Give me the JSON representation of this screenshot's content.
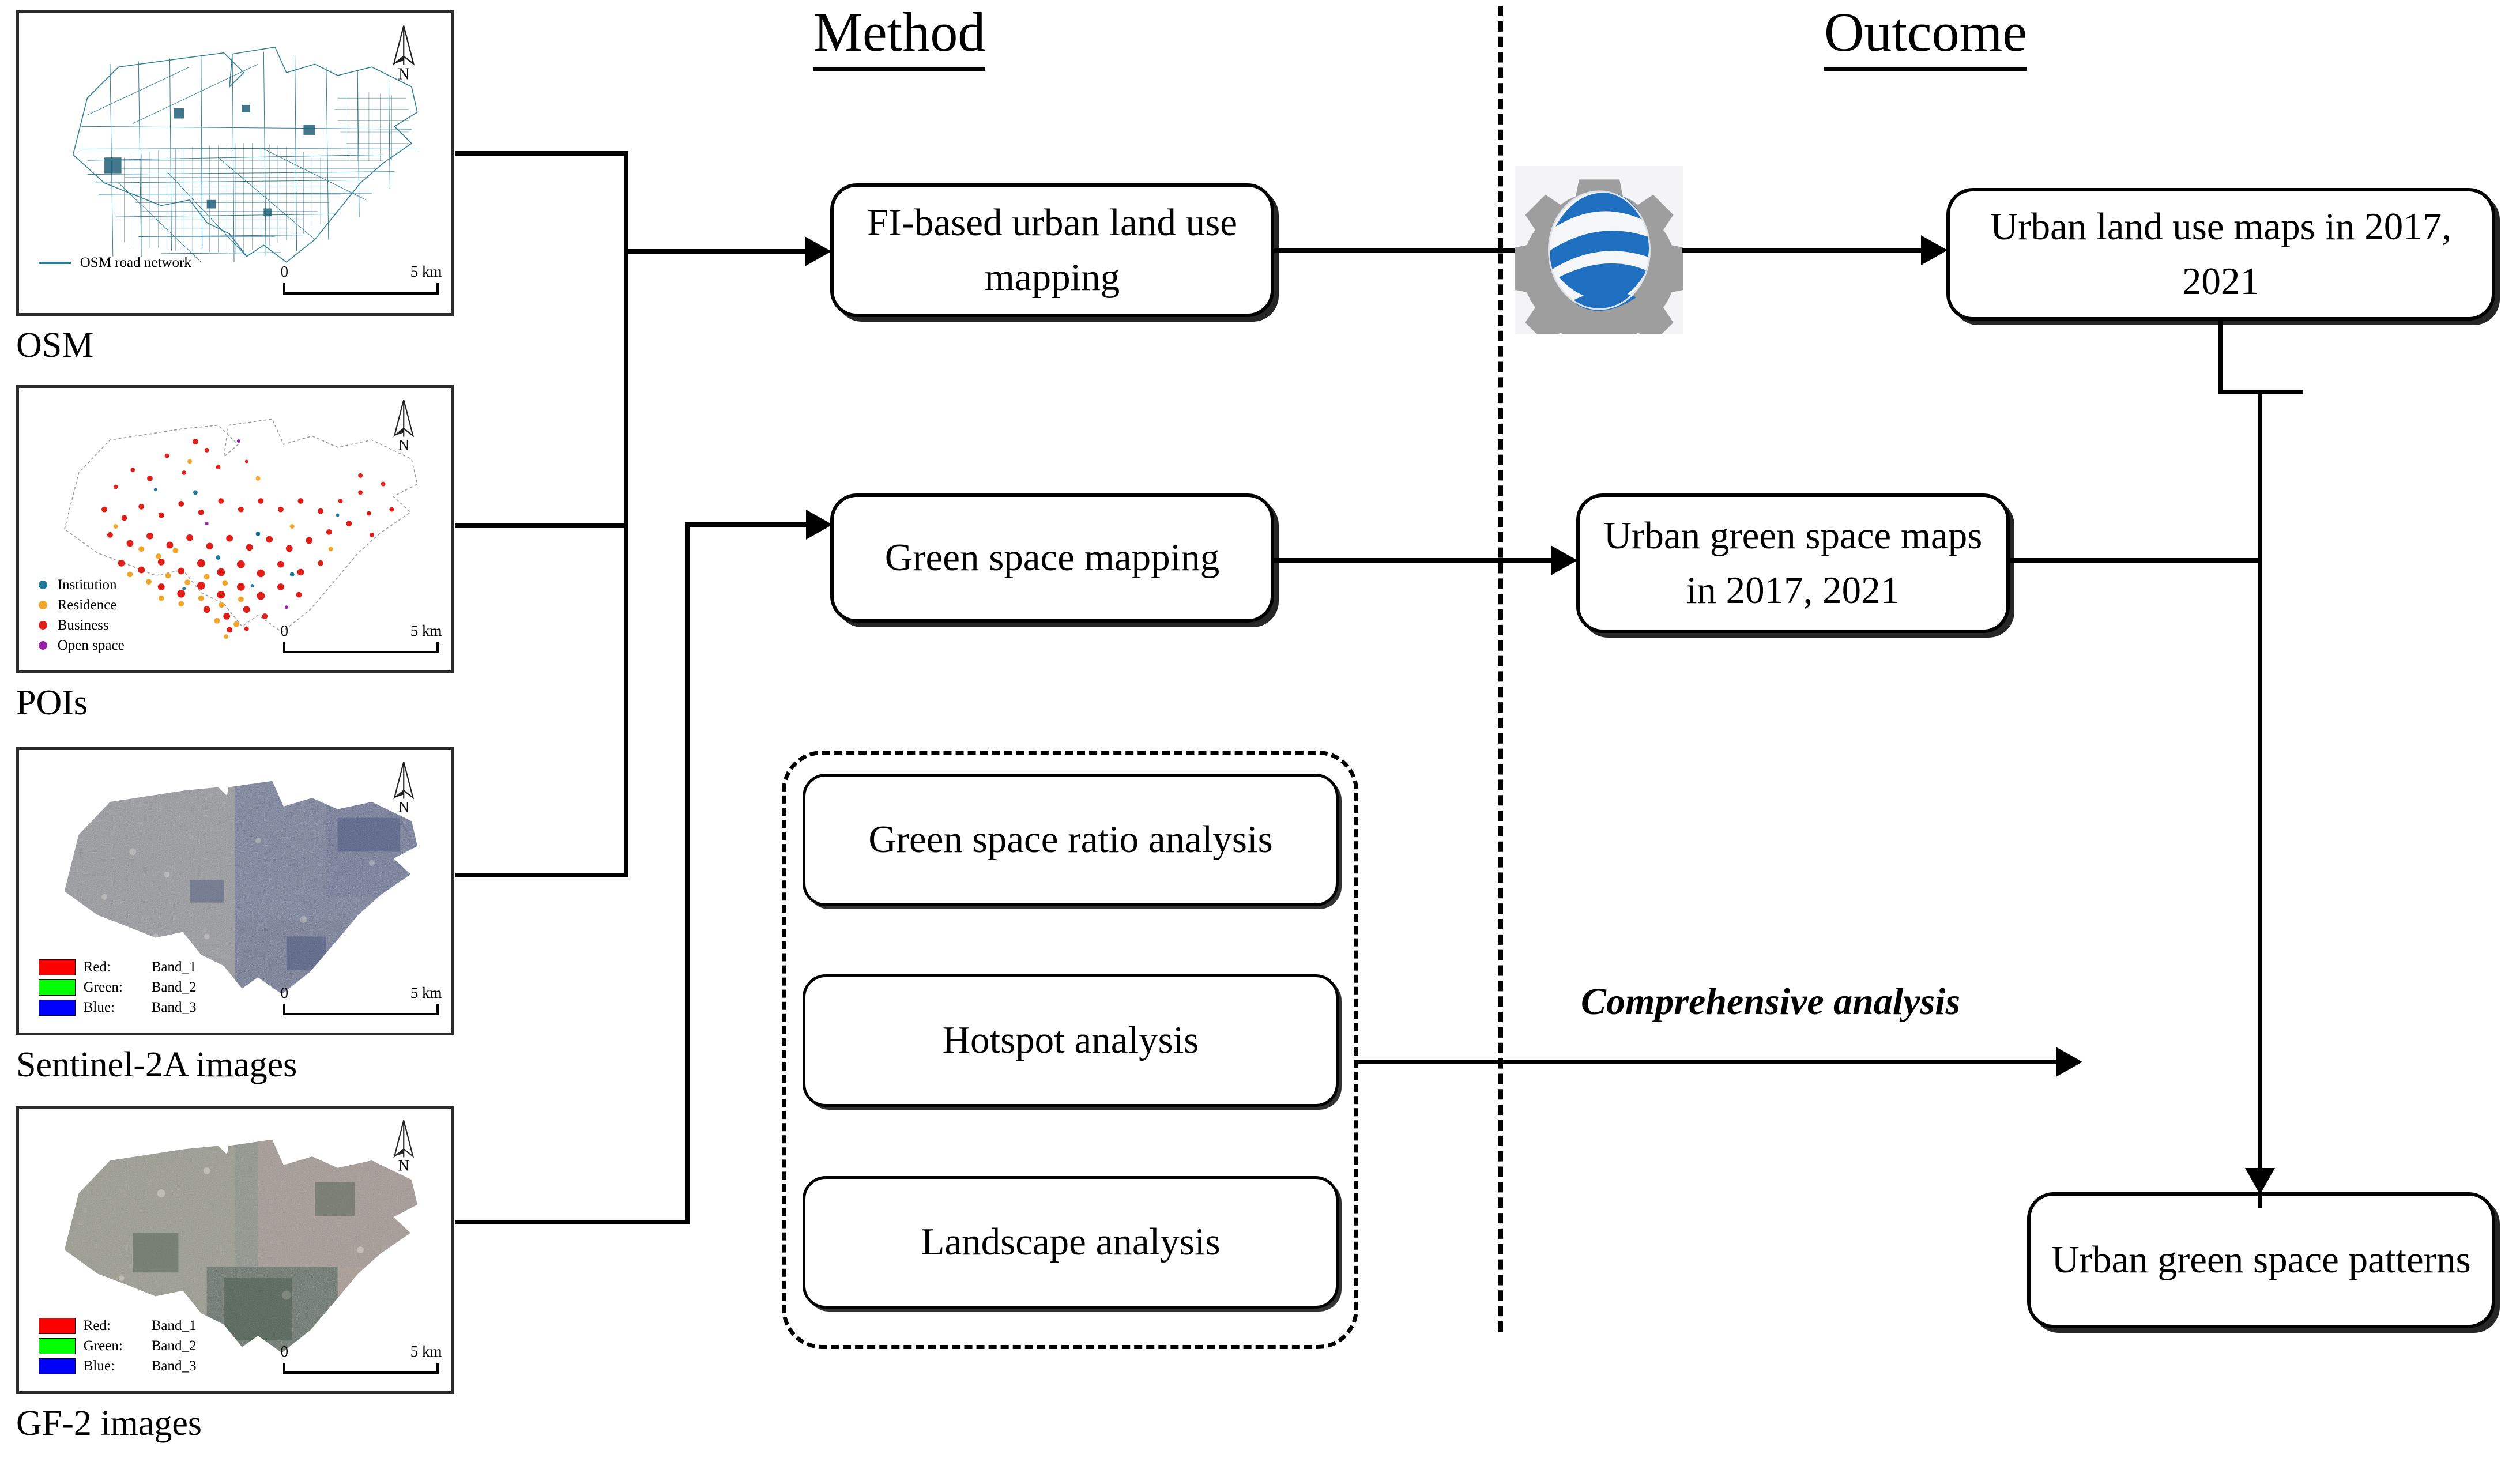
{
  "headers": {
    "method": "Method",
    "outcome": "Outcome"
  },
  "sources": [
    {
      "id": "osm",
      "caption": "OSM",
      "north_label": "N",
      "scale": {
        "min": "0",
        "max": "5 km"
      },
      "legend": [
        {
          "symbol": "line",
          "color": "#2e7d96",
          "key": "",
          "label": "OSM road network"
        }
      ]
    },
    {
      "id": "pois",
      "caption": "POIs",
      "north_label": "N",
      "scale": {
        "min": "0",
        "max": "5 km"
      },
      "legend": [
        {
          "symbol": "dot",
          "color": "#1f7a99",
          "key": "",
          "label": "Institution"
        },
        {
          "symbol": "dot",
          "color": "#f0a62a",
          "key": "",
          "label": "Residence"
        },
        {
          "symbol": "dot",
          "color": "#e02018",
          "key": "",
          "label": "Business"
        },
        {
          "symbol": "dot",
          "color": "#9b1fa8",
          "key": "",
          "label": "Open space"
        }
      ]
    },
    {
      "id": "sentinel",
      "caption": "Sentinel-2A images",
      "north_label": "N",
      "scale": {
        "min": "0",
        "max": "5 km"
      },
      "legend": [
        {
          "symbol": "box",
          "color": "#ff0000",
          "key": "Red:",
          "label": "Band_1"
        },
        {
          "symbol": "box",
          "color": "#00ff00",
          "key": "Green:",
          "label": "Band_2"
        },
        {
          "symbol": "box",
          "color": "#0000ff",
          "key": "Blue:",
          "label": "Band_3"
        }
      ]
    },
    {
      "id": "gf2",
      "caption": "GF-2 images",
      "north_label": "N",
      "scale": {
        "min": "0",
        "max": "5 km"
      },
      "legend": [
        {
          "symbol": "box",
          "color": "#ff0000",
          "key": "Red:",
          "label": "Band_1"
        },
        {
          "symbol": "box",
          "color": "#00ff00",
          "key": "Green:",
          "label": "Band_2"
        },
        {
          "symbol": "box",
          "color": "#0000ff",
          "key": "Blue:",
          "label": "Band_3"
        }
      ]
    }
  ],
  "method_nodes": {
    "land_use_mapping": "FI-based urban land use mapping",
    "green_space_mapping": "Green space mapping",
    "ratio_analysis": "Green space ratio analysis",
    "hotspot_analysis": "Hotspot analysis",
    "landscape_analysis": "Landscape analysis"
  },
  "outcome_nodes": {
    "land_use_maps": "Urban land use maps in 2017, 2021",
    "green_space_maps": "Urban green space maps in 2017, 2021",
    "green_space_patterns": "Urban green space patterns"
  },
  "edge_labels": {
    "comprehensive": "Comprehensive analysis"
  },
  "icons": {
    "gear_globe": {
      "name": "gear-globe-icon",
      "gear_color": "#9e9e9e",
      "globe_blue": "#1f6fc0",
      "globe_white": "#f4f6f8",
      "plate_color": "#f4f4f6"
    }
  },
  "colors": {
    "stroke": "#000000",
    "panel_border": "#2b2b2b",
    "background": "#ffffff"
  }
}
